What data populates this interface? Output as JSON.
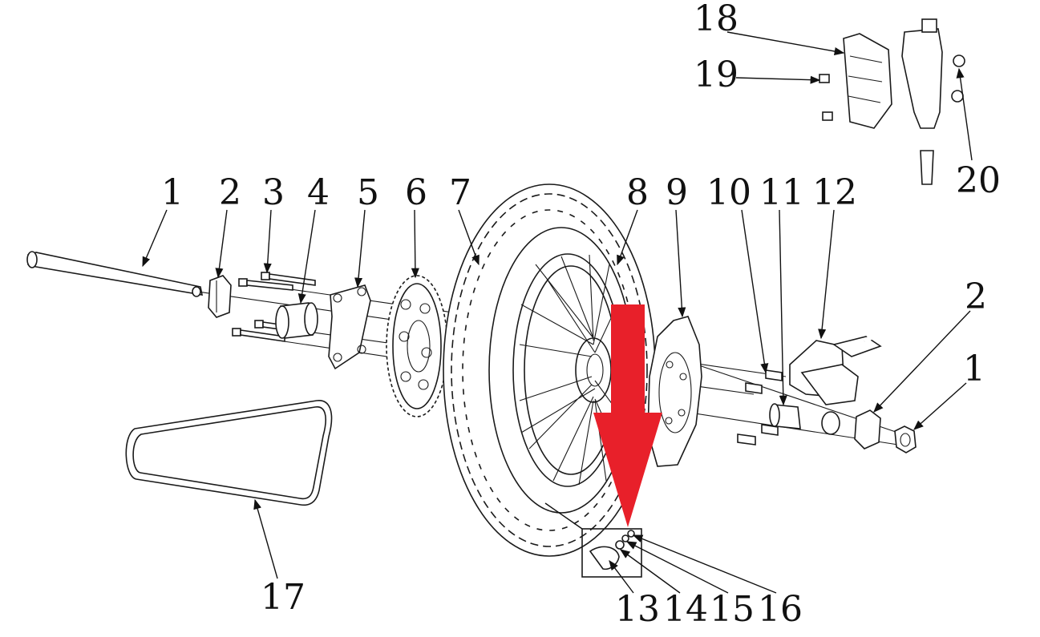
{
  "diagram": {
    "callouts": [
      {
        "id": "c1a",
        "text": "1"
      },
      {
        "id": "c2a",
        "text": "2"
      },
      {
        "id": "c3",
        "text": "3"
      },
      {
        "id": "c4",
        "text": "4"
      },
      {
        "id": "c5",
        "text": "5"
      },
      {
        "id": "c6",
        "text": "6"
      },
      {
        "id": "c7",
        "text": "7"
      },
      {
        "id": "c8",
        "text": "8"
      },
      {
        "id": "c9",
        "text": "9"
      },
      {
        "id": "c10",
        "text": "10"
      },
      {
        "id": "c11",
        "text": "11"
      },
      {
        "id": "c12",
        "text": "12"
      },
      {
        "id": "c2b",
        "text": "2"
      },
      {
        "id": "c1b",
        "text": "1"
      },
      {
        "id": "c13",
        "text": "13"
      },
      {
        "id": "c14",
        "text": "14"
      },
      {
        "id": "c15",
        "text": "15"
      },
      {
        "id": "c16",
        "text": "16"
      },
      {
        "id": "c17",
        "text": "17"
      },
      {
        "id": "c18",
        "text": "18"
      },
      {
        "id": "c19",
        "text": "19"
      },
      {
        "id": "c20",
        "text": "20"
      }
    ],
    "highlight_arrow": {
      "color": "#e8202a",
      "icon": "down-arrow-icon"
    },
    "line_color": "#1a1a1a"
  }
}
